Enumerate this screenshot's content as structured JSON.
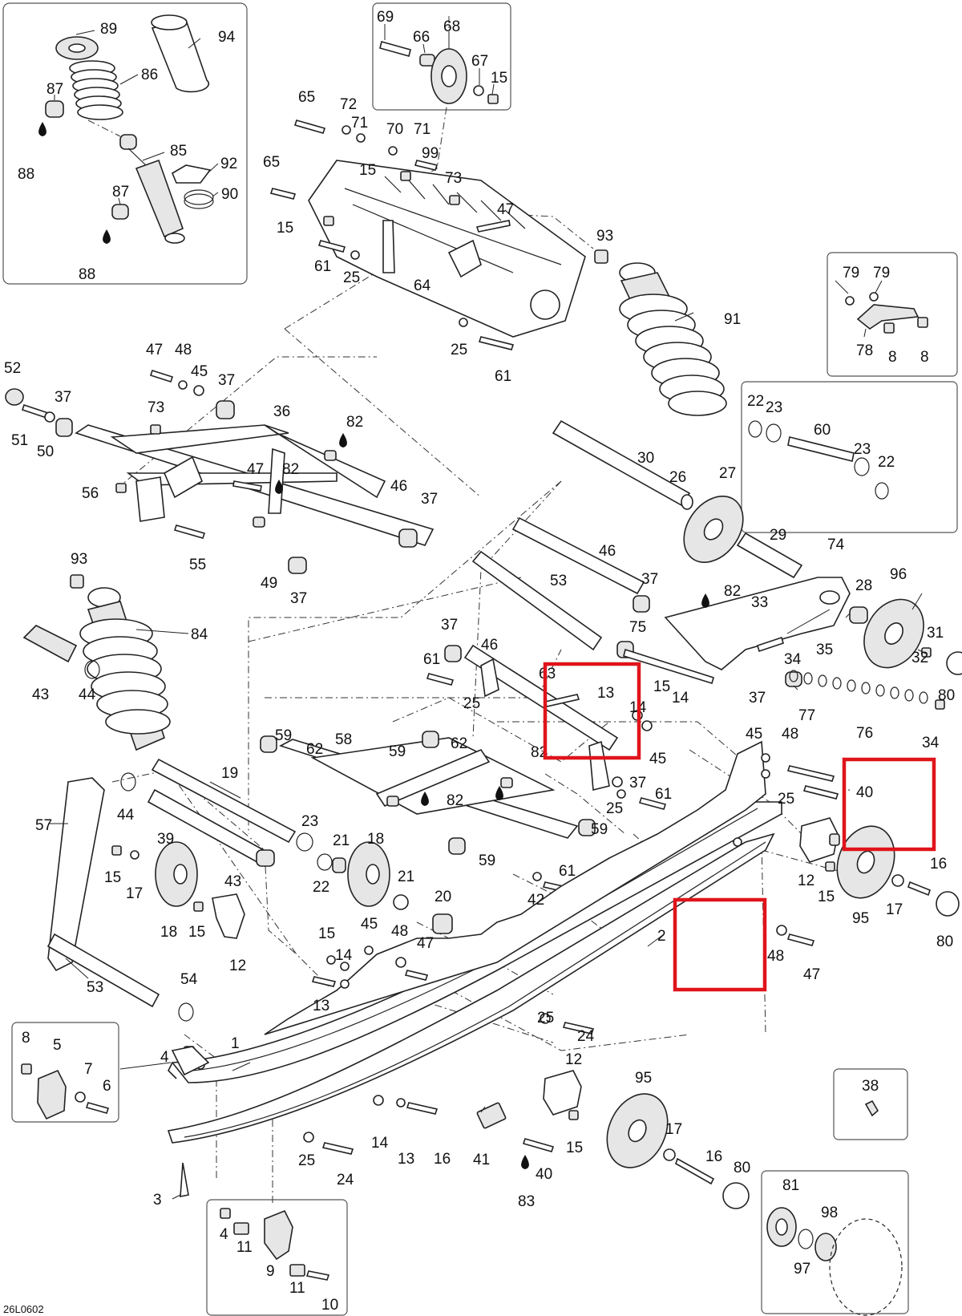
{
  "diagram_code": "26L0602",
  "callouts": {
    "c89": "89",
    "c94": "94",
    "c86": "86",
    "c87a": "87",
    "c88a": "88",
    "c85": "85",
    "c92": "92",
    "c90": "90",
    "c87b": "87",
    "c88b": "88",
    "c69": "69",
    "c66": "66",
    "c68": "68",
    "c67": "67",
    "c15a": "15",
    "c65a": "65",
    "c72": "72",
    "c71a": "71",
    "c70": "70",
    "c71b": "71",
    "c99": "99",
    "c65b": "65",
    "c15b": "15",
    "c73a": "73",
    "c47a": "47",
    "c15c": "15",
    "c61a": "61",
    "c25a": "25",
    "c64": "64",
    "c93a": "93",
    "c25b": "25",
    "c61b": "61",
    "c91": "91",
    "c79a": "79",
    "c79b": "79",
    "c78": "78",
    "c8a": "8",
    "c8b": "8",
    "c22a": "22",
    "c23a": "23",
    "c60": "60",
    "c23b": "23",
    "c22b": "22",
    "c52": "52",
    "c37a": "37",
    "c51": "51",
    "c50": "50",
    "c47b": "47",
    "c48a": "48",
    "c45a": "45",
    "c37b": "37",
    "c73b": "73",
    "c36": "36",
    "c82a": "82",
    "c47c": "47",
    "c82b": "82",
    "c56": "56",
    "c46a": "46",
    "c37c": "37",
    "c55": "55",
    "c49": "49",
    "c37d": "37",
    "c30": "30",
    "c26": "26",
    "c27": "27",
    "c29": "29",
    "c74": "74",
    "c46b": "46",
    "c53a": "53",
    "c37e": "37",
    "c82c": "82",
    "c33": "33",
    "c28": "28",
    "c96": "96",
    "c75": "75",
    "c34a": "34",
    "c35": "35",
    "c31": "31",
    "c32": "32",
    "c93b": "93",
    "c84": "84",
    "c43a": "43",
    "c44a": "44",
    "c37f": "37",
    "c46c": "46",
    "c61c": "61",
    "c63": "63",
    "c13a": "13",
    "c14a": "14",
    "c15d": "15",
    "c14b": "14",
    "c25c": "25",
    "c37g": "37",
    "c77": "77",
    "c76": "76",
    "c80a": "80",
    "c34b": "34",
    "c59a": "59",
    "c62a": "62",
    "c58": "58",
    "c59b": "59",
    "c62b": "62",
    "c82d": "82",
    "c82e": "82",
    "c45b": "45",
    "c37h": "37",
    "c61d": "61",
    "c25d": "25",
    "c45c": "45",
    "c48b": "48",
    "c25e": "25",
    "c40a": "40",
    "c57": "57",
    "c44b": "44",
    "c19": "19",
    "c23c": "23",
    "c21a": "21",
    "c22c": "22",
    "c18a": "18",
    "c39": "39",
    "c15e": "15",
    "c17a": "17",
    "c43b": "43",
    "c59c": "59",
    "c59d": "59",
    "c42": "42",
    "c61e": "61",
    "c21b": "21",
    "c20": "20",
    "c12a": "12",
    "c16a": "16",
    "c15f": "15",
    "c95a": "95",
    "c17b": "17",
    "c80b": "80",
    "c18b": "18",
    "c15g": "15",
    "c12b": "12",
    "c15h": "15",
    "c45d": "45",
    "c48c": "48",
    "c47d": "47",
    "c14c": "14",
    "c13b": "13",
    "c2": "2",
    "c48d": "48",
    "c47e": "47",
    "c53b": "53",
    "c54": "54",
    "c25f": "25",
    "c24a": "24",
    "c8c": "8",
    "c5": "5",
    "c7": "7",
    "c6": "6",
    "c4a": "4",
    "c1": "1",
    "c14d": "14",
    "c13c": "13",
    "c16b": "16",
    "c12c": "12",
    "c95b": "95",
    "c15i": "15",
    "c17c": "17",
    "c16c": "16",
    "c41": "41",
    "c25g": "25",
    "c24b": "24",
    "c40b": "40",
    "c83": "83",
    "c80c": "80",
    "c38": "38",
    "c3": "3",
    "c4b": "4",
    "c11a": "11",
    "c9": "9",
    "c11b": "11",
    "c10": "10",
    "c81": "81",
    "c98": "98",
    "c97": "97"
  },
  "highlight_color": "#e0141b"
}
